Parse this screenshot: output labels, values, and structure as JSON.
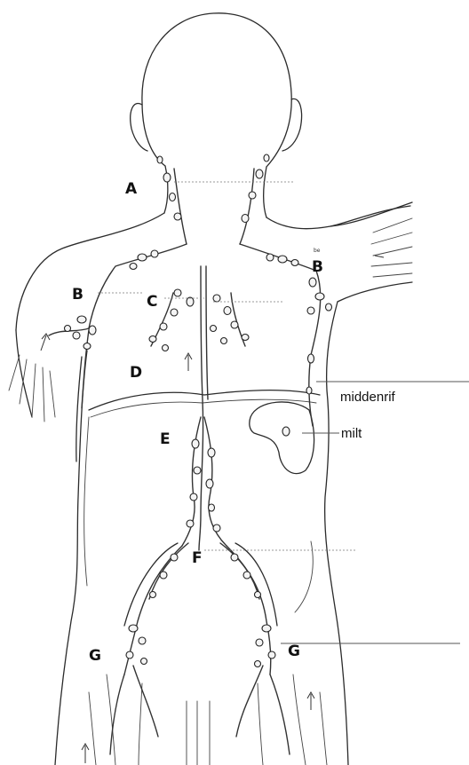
{
  "labels": {
    "a": "A",
    "b_left": "B",
    "b_right": "B",
    "b_right_small": "be",
    "c": "C",
    "d": "D",
    "e": "E",
    "f": "F",
    "g_left": "G",
    "g_right": "G"
  },
  "annotations": {
    "diaphragm": "middenrif",
    "spleen": "milt"
  }
}
